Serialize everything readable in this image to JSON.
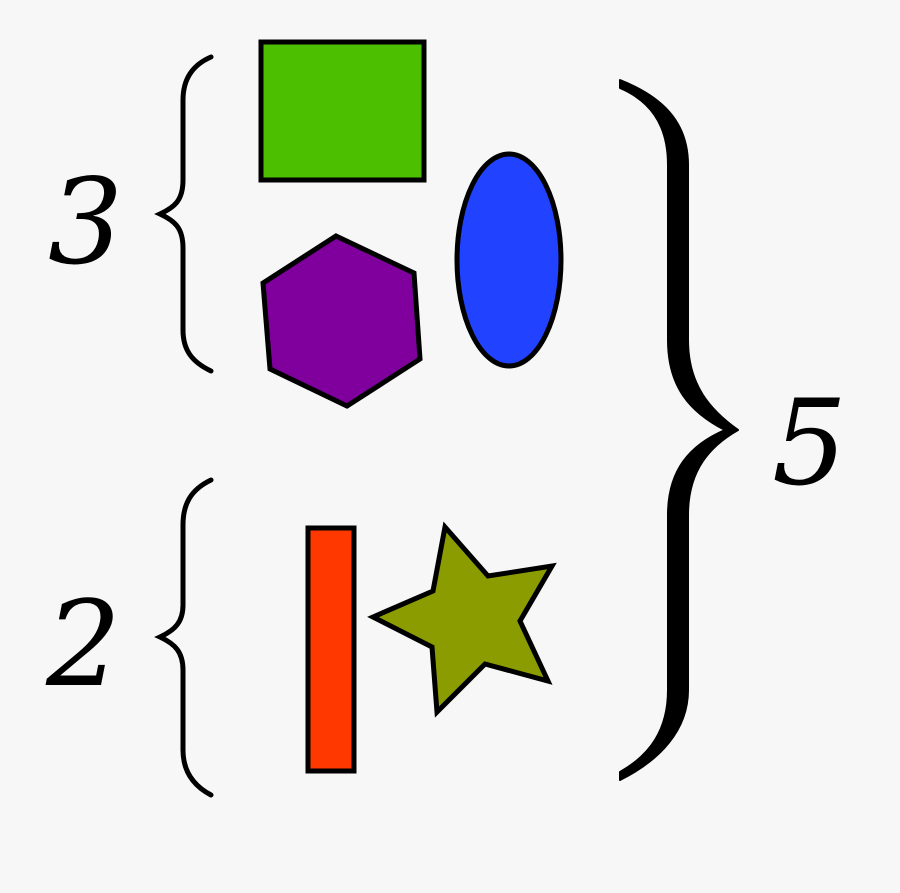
{
  "diagram": {
    "background": "#f7f7f7",
    "stroke_color": "#000000",
    "groups": [
      {
        "id": "top-group",
        "count_label": "3",
        "shapes": [
          {
            "type": "rectangle",
            "fill": "#4cbf00"
          },
          {
            "type": "hexagon",
            "fill": "#80009d"
          },
          {
            "type": "ellipse",
            "fill": "#2143ff"
          }
        ]
      },
      {
        "id": "bottom-group",
        "count_label": "2",
        "shapes": [
          {
            "type": "rectangle",
            "fill": "#ff3800"
          },
          {
            "type": "star",
            "fill": "#8b9c00"
          }
        ]
      }
    ],
    "total_label": "5"
  }
}
